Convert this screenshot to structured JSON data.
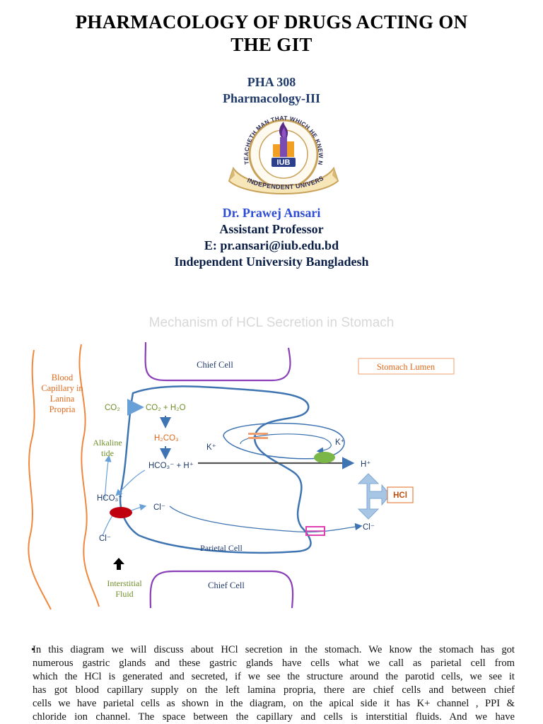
{
  "title_line1": "PHARMACOLOGY OF DRUGS ACTING ON",
  "title_line2": "THE GIT",
  "course_code": "PHA 308",
  "course_name": "Pharmacology-III",
  "seal": {
    "motto": "TEACHETH MAN THAT WHICH HE KNEW NOT",
    "initials": "IUB",
    "ribbon": "INDEPENDENT UNIVERSITY"
  },
  "author_name": "Dr. Prawej Ansari",
  "author_position": "Assistant Professor",
  "author_email": "E: pr.ansari@iub.edu.bd",
  "author_institution": "Independent University Bangladesh",
  "diagram": {
    "title": "Mechanism of HCL Secretion in Stomach",
    "blood_capillary": "Blood Capillary in Lanina Propria",
    "blood_capillary_lines": [
      "Blood",
      "Capillary in",
      "Lanina",
      "Propria"
    ],
    "chief_cell_top": "Chief Cell",
    "chief_cell_bottom": "Chief Cell",
    "stomach_lumen": "Stomach Lumen",
    "co2": "CO₂",
    "co2_h2o": "CO₂ + H₂O",
    "h2co3": "H₂CO₃",
    "hco3_h": "HCO₃⁻ + H⁺",
    "alkaline_tide_lines": [
      "Alkaline",
      "tide"
    ],
    "hco3": "HCO₃⁻",
    "cl_in": "Cl⁻",
    "cl_blood": "Cl⁻",
    "cl_out": "Cl⁻",
    "k_left": "K⁺",
    "k_right": "K⁺",
    "h_out": "H⁺",
    "hcl": "HCl",
    "parietal_cell": "Parietal Cell",
    "interstitial_lines": [
      "Interstitial",
      "Fluid"
    ],
    "colors": {
      "blood": "#f0883c",
      "chief": "#8a3fb8",
      "cell": "#3f74b2",
      "green_text": "#6f8f2a",
      "orange_text": "#e06a1c",
      "navy_text": "#1f3a6b",
      "exchanger": "#c0000e",
      "pump": "#7ab648",
      "channel": "#e040b0",
      "channel_top": "#f0a070"
    }
  },
  "bullet": "•",
  "paragraph_lines": [
    "In this diagram we will discuss about HCl secretion in the stomach. We know the stomach has got",
    "numerous gastric glands and these gastric glands have cells what we call as parietal cell from",
    "which  the HCl is generated and secreted, if we see the structure around the parotid cells, we see it",
    "has got blood capillary supply on the left lamina propria, there are chief cells and between chief",
    "cells we have parietal cells as shown in the diagram, on the apical side it has K+ channel , PPI &",
    "chloride ion channel. The space between the capillary and cells is interstitial fluids. And we have"
  ]
}
